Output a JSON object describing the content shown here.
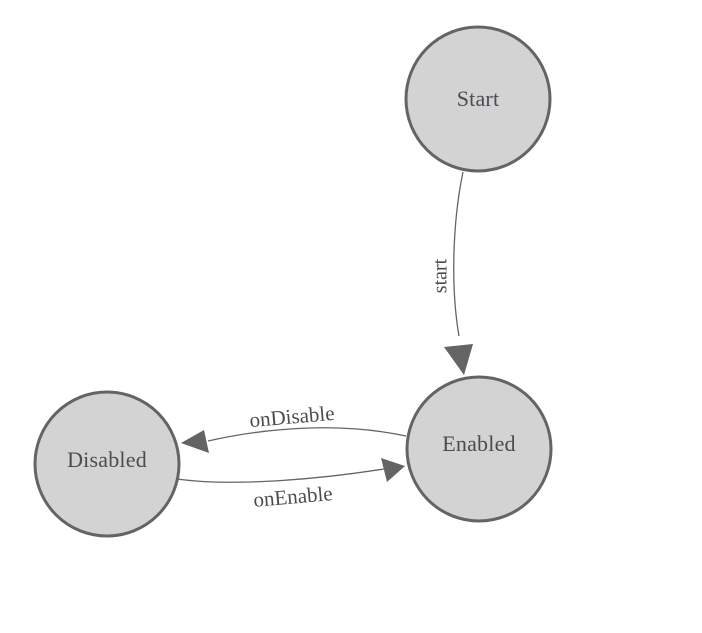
{
  "diagram": {
    "type": "state-machine",
    "nodes": [
      {
        "id": "start-node",
        "label": "Start"
      },
      {
        "id": "enabled-node",
        "label": "Enabled"
      },
      {
        "id": "disabled-node",
        "label": "Disabled"
      }
    ],
    "edges": [
      {
        "from": "Start",
        "to": "Enabled",
        "label": "start"
      },
      {
        "from": "Enabled",
        "to": "Disabled",
        "label": "onDisable"
      },
      {
        "from": "Disabled",
        "to": "Enabled",
        "label": "onEnable"
      }
    ],
    "colors": {
      "background": "#ffffff",
      "node_fill": "#d3d3d3",
      "node_stroke": "#646464",
      "edge_stroke": "#646464",
      "arrow_fill": "#646464",
      "label_text": "#4b4b52"
    }
  }
}
